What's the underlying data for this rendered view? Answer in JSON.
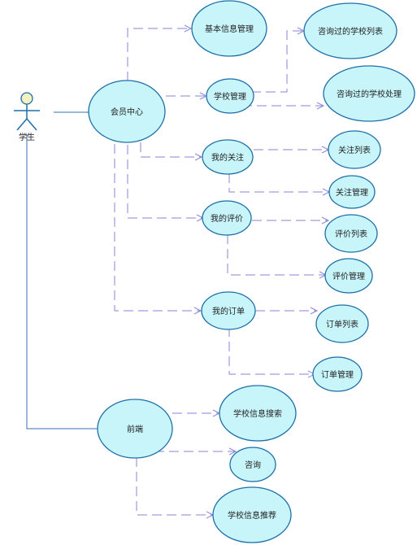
{
  "actor": {
    "label": "学生"
  },
  "usecases": {
    "member_center": "会员中心",
    "basic_info": "基本信息管理",
    "school_mgmt": "学校管理",
    "consulted_list": "咨询过的学校列表",
    "consulted_handle": "咨询过的学校处理",
    "my_follow": "我的关注",
    "follow_list": "关注列表",
    "follow_mgmt": "关注管理",
    "my_review": "我的评价",
    "review_list": "评价列表",
    "review_mgmt": "评价管理",
    "my_order": "我的订单",
    "order_list": "订单列表",
    "order_mgmt": "订单管理",
    "frontend": "前端",
    "school_search": "学校信息搜索",
    "consult": "咨询",
    "school_recommend": "学校信息推荐"
  },
  "colors": {
    "fill": "#c8f5fa",
    "stroke": "#1e6fa8",
    "dashed": "#8a86d8",
    "actor_head": "#f5f0c0"
  }
}
